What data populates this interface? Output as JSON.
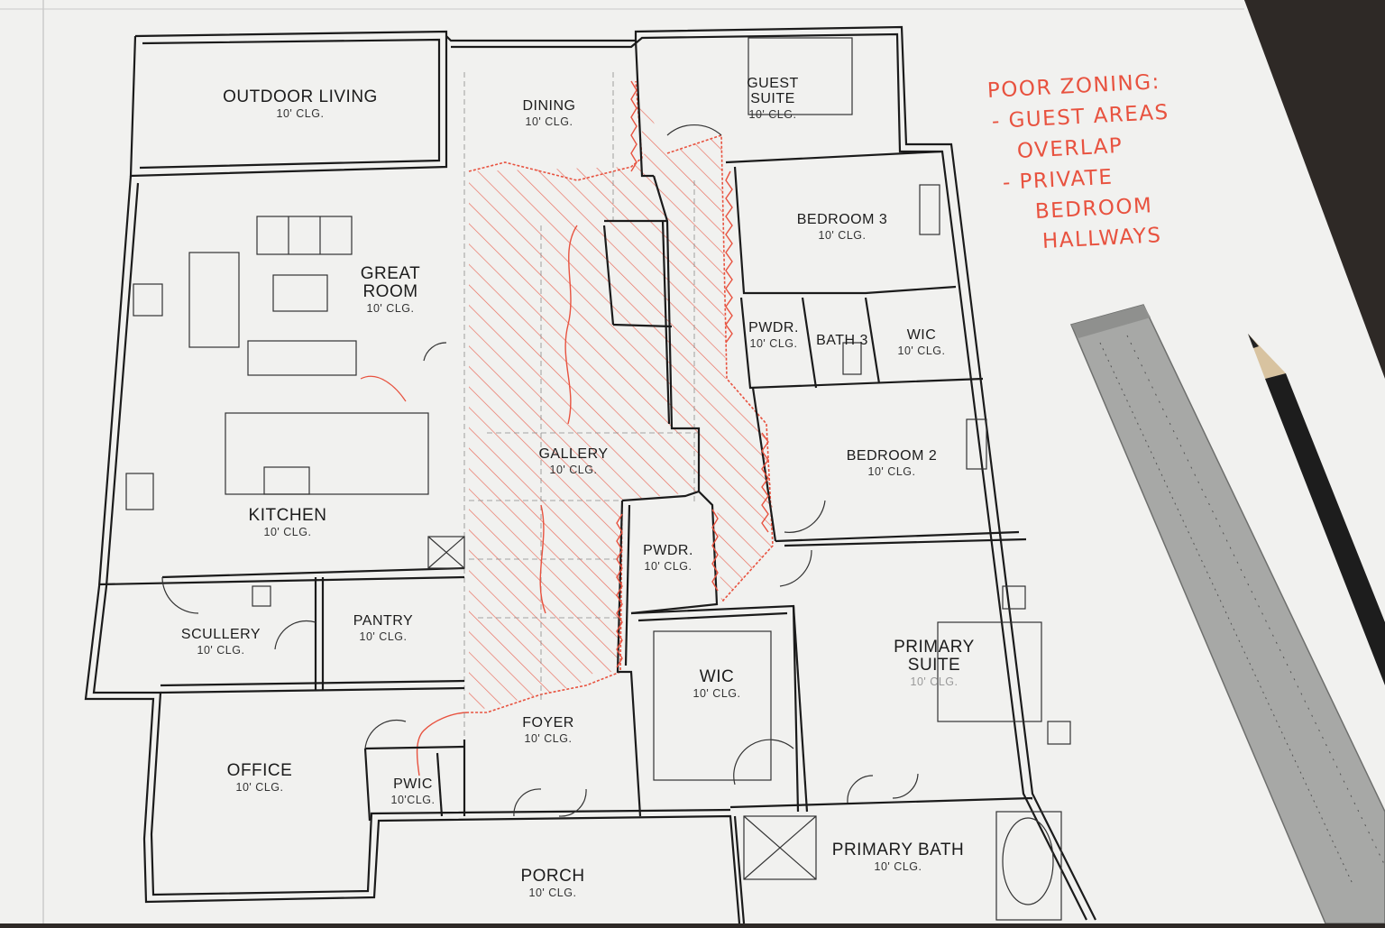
{
  "rooms": {
    "outdoor_living": {
      "name": "OUTDOOR LIVING",
      "clg": "10' CLG."
    },
    "dining": {
      "name": "DINING",
      "clg": "10' CLG."
    },
    "guest_suite": {
      "name_line1": "GUEST",
      "name_line2": "SUITE",
      "clg": "10' CLG."
    },
    "bedroom_3": {
      "name": "BEDROOM 3",
      "clg": "10' CLG."
    },
    "great_room": {
      "name_line1": "GREAT",
      "name_line2": "ROOM",
      "clg": "10' CLG."
    },
    "pwdr_upper": {
      "name": "PWDR.",
      "clg": "10' CLG."
    },
    "bath_3": {
      "name": "BATH 3"
    },
    "wic_upper": {
      "name": "WIC",
      "clg": "10' CLG."
    },
    "gallery": {
      "name": "GALLERY",
      "clg": "10' CLG."
    },
    "bedroom_2": {
      "name": "BEDROOM 2",
      "clg": "10' CLG."
    },
    "kitchen": {
      "name": "KITCHEN",
      "clg": "10' CLG."
    },
    "pwdr_middle": {
      "name": "PWDR.",
      "clg": "10' CLG."
    },
    "sculery": {
      "name": "SCULLERY",
      "clg": "10' CLG."
    },
    "pantry": {
      "name": "PANTRY",
      "clg": "10' CLG."
    },
    "primary_suite": {
      "name_line1": "PRIMARY",
      "name_line2": "SUITE",
      "clg": "10' CLG."
    },
    "wic_lower": {
      "name": "WIC",
      "clg": "10' CLG."
    },
    "foyer": {
      "name": "FOYER",
      "clg": "10' CLG."
    },
    "office": {
      "name": "OFFICE",
      "clg": "10' CLG."
    },
    "pwic": {
      "name": "PWIC",
      "clg": "10'CLG."
    },
    "primary_bath": {
      "name": "PRIMARY BATH",
      "clg": "10' CLG."
    },
    "porch": {
      "name": "PORCH",
      "clg": "10' CLG."
    }
  },
  "annotation": {
    "lines": [
      "POOR ZONING:",
      "- GUEST AREAS",
      "OVERLAP",
      "- PRIVATE",
      "BEDROOM",
      "HALLWAYS"
    ],
    "color": "#e8523f"
  },
  "colors": {
    "paper": "#f1f1ef",
    "wall": "#1b1b1b",
    "redline": "#e8523f",
    "ruler": "#a7a8a6",
    "pencil": "#1d1d1d"
  }
}
